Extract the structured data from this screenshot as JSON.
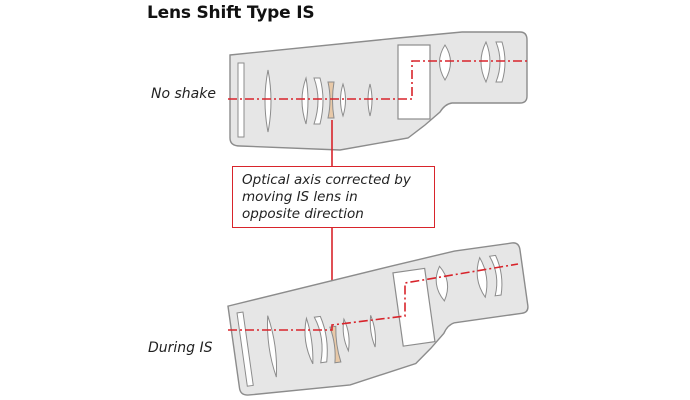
{
  "title": "Lens Shift Type IS",
  "labels": {
    "no_shake": "No shake",
    "during_is": "During IS"
  },
  "callout": {
    "lines": [
      "Optical axis corrected by",
      "moving IS lens in",
      "opposite direction"
    ]
  },
  "colors": {
    "outline": "#8c8c8c",
    "fill": "#e6e6e6",
    "axis": "#d8242b",
    "is_lens": "#e8c9a8"
  }
}
